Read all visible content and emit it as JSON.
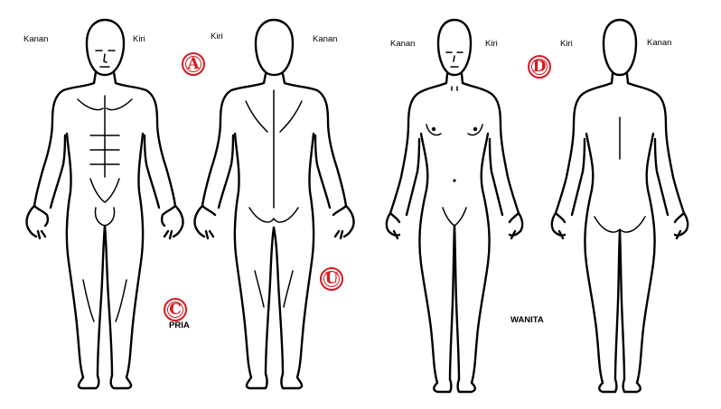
{
  "labels": {
    "male_front": {
      "right": "Kanan",
      "left": "Kiri"
    },
    "male_back": {
      "left": "Kiri",
      "right": "Kanan"
    },
    "female_front": {
      "right": "Kanan",
      "left": "Kiri"
    },
    "female_back": {
      "left": "Kiri",
      "right": "Kanan"
    }
  },
  "badges": {
    "a": "A",
    "u": "U",
    "c": "C",
    "d": "D"
  },
  "genders": {
    "male": "PRIA",
    "female": "WANITA"
  },
  "colors": {
    "badge": "#d71920",
    "outline": "#000000"
  }
}
